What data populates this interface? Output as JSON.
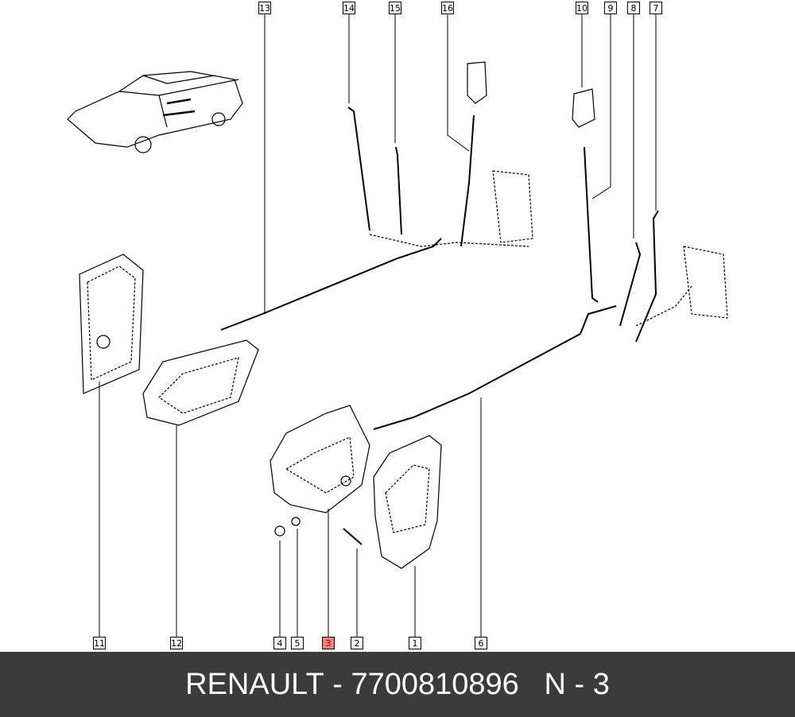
{
  "callouts_top": [
    "13",
    "14",
    "15",
    "16",
    "10",
    "9",
    "8",
    "7"
  ],
  "callouts_bottom": [
    "11",
    "12",
    "4",
    "5",
    "3",
    "2",
    "1",
    "6"
  ],
  "highlight_color": "#f07f7f",
  "footer": {
    "brand": "RENAULT",
    "separator": " - ",
    "part_number": "7700810896",
    "ref": "N - 3"
  }
}
